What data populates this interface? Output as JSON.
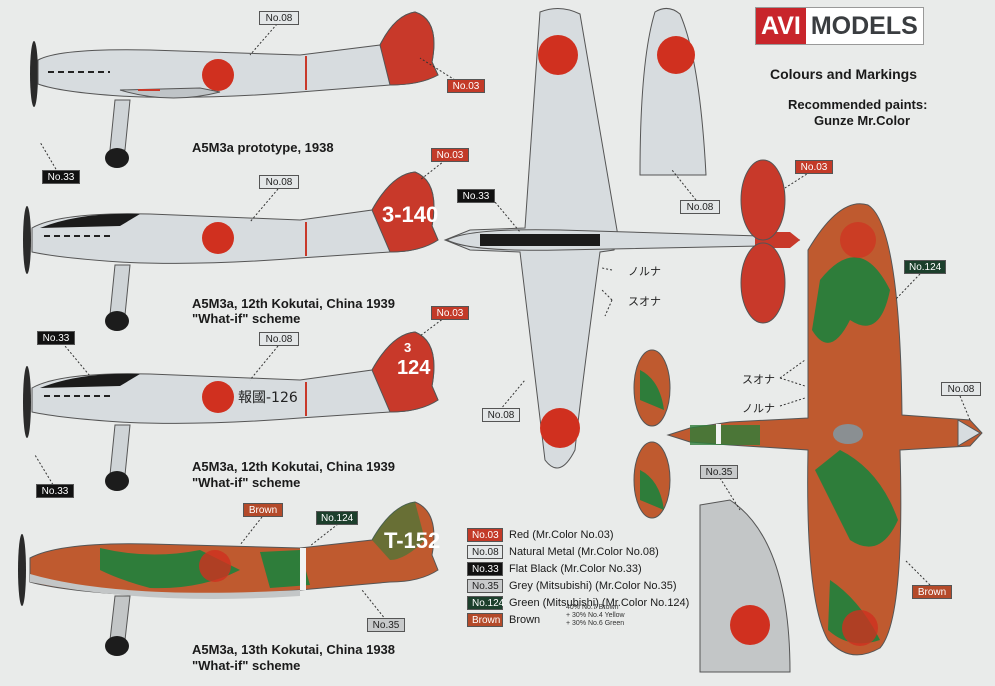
{
  "brand": {
    "avi": "AVI",
    "models": "MODELS"
  },
  "header": {
    "title": "Colours and Markings",
    "subtitle": "Recommended paints:",
    "subtitle2": "Gunze Mr.Color"
  },
  "profiles": [
    {
      "caption1": "A5M3a prototype, 1938",
      "caption2": "",
      "code": ""
    },
    {
      "caption1": "A5M3a, 12th Kokutai, China 1939",
      "caption2": "\"What-if\" scheme",
      "code": "3-140"
    },
    {
      "caption1": "A5M3a, 12th Kokutai, China 1939",
      "caption2": "\"What-if\" scheme",
      "code_top": "3",
      "code_bottom": "124",
      "fuselage_text": "報國-126"
    },
    {
      "caption1": "A5M3a, 13th Kokutai, China 1938",
      "caption2": "\"What-if\" scheme",
      "code": "T-152"
    }
  ],
  "callouts": {
    "no03": "No.03",
    "no08": "No.08",
    "no33": "No.33",
    "no35": "No.35",
    "no124": "No.124",
    "brown": "Brown"
  },
  "kana": {
    "noruna": "ノルナ",
    "suona": "スオナ"
  },
  "legend": [
    {
      "tag": "No.03",
      "text": "Red (Mr.Color No.03)",
      "color": "#c33a28"
    },
    {
      "tag": "No.08",
      "text": "Natural Metal (Mr.Color No.08)",
      "color": "#e4e7e8"
    },
    {
      "tag": "No.33",
      "text": "Flat Black (Mr.Color No.33)",
      "color": "#111111"
    },
    {
      "tag": "No.35",
      "text": "Grey (Mitsubishi) (Mr.Color No.35)",
      "color": "#c8cacb"
    },
    {
      "tag": "No.124",
      "text": "Green (Mitsubishi) (Mr.Color No.124)",
      "color": "#1c3f2c"
    },
    {
      "tag": "Brown",
      "text": "Brown",
      "color": "#b44a2a"
    }
  ],
  "brown_mix": [
    "40% No.7 Brown",
    "+ 30% No.4 Yellow",
    "+ 30% No.6 Green"
  ],
  "colors": {
    "red": "#c8392a",
    "hinomaru": "#d0301f",
    "metal": "#d7dcdf",
    "black": "#1b1b1b",
    "grey": "#c3c6c7",
    "green": "#2e7d3a",
    "brown": "#bf5a2f"
  }
}
